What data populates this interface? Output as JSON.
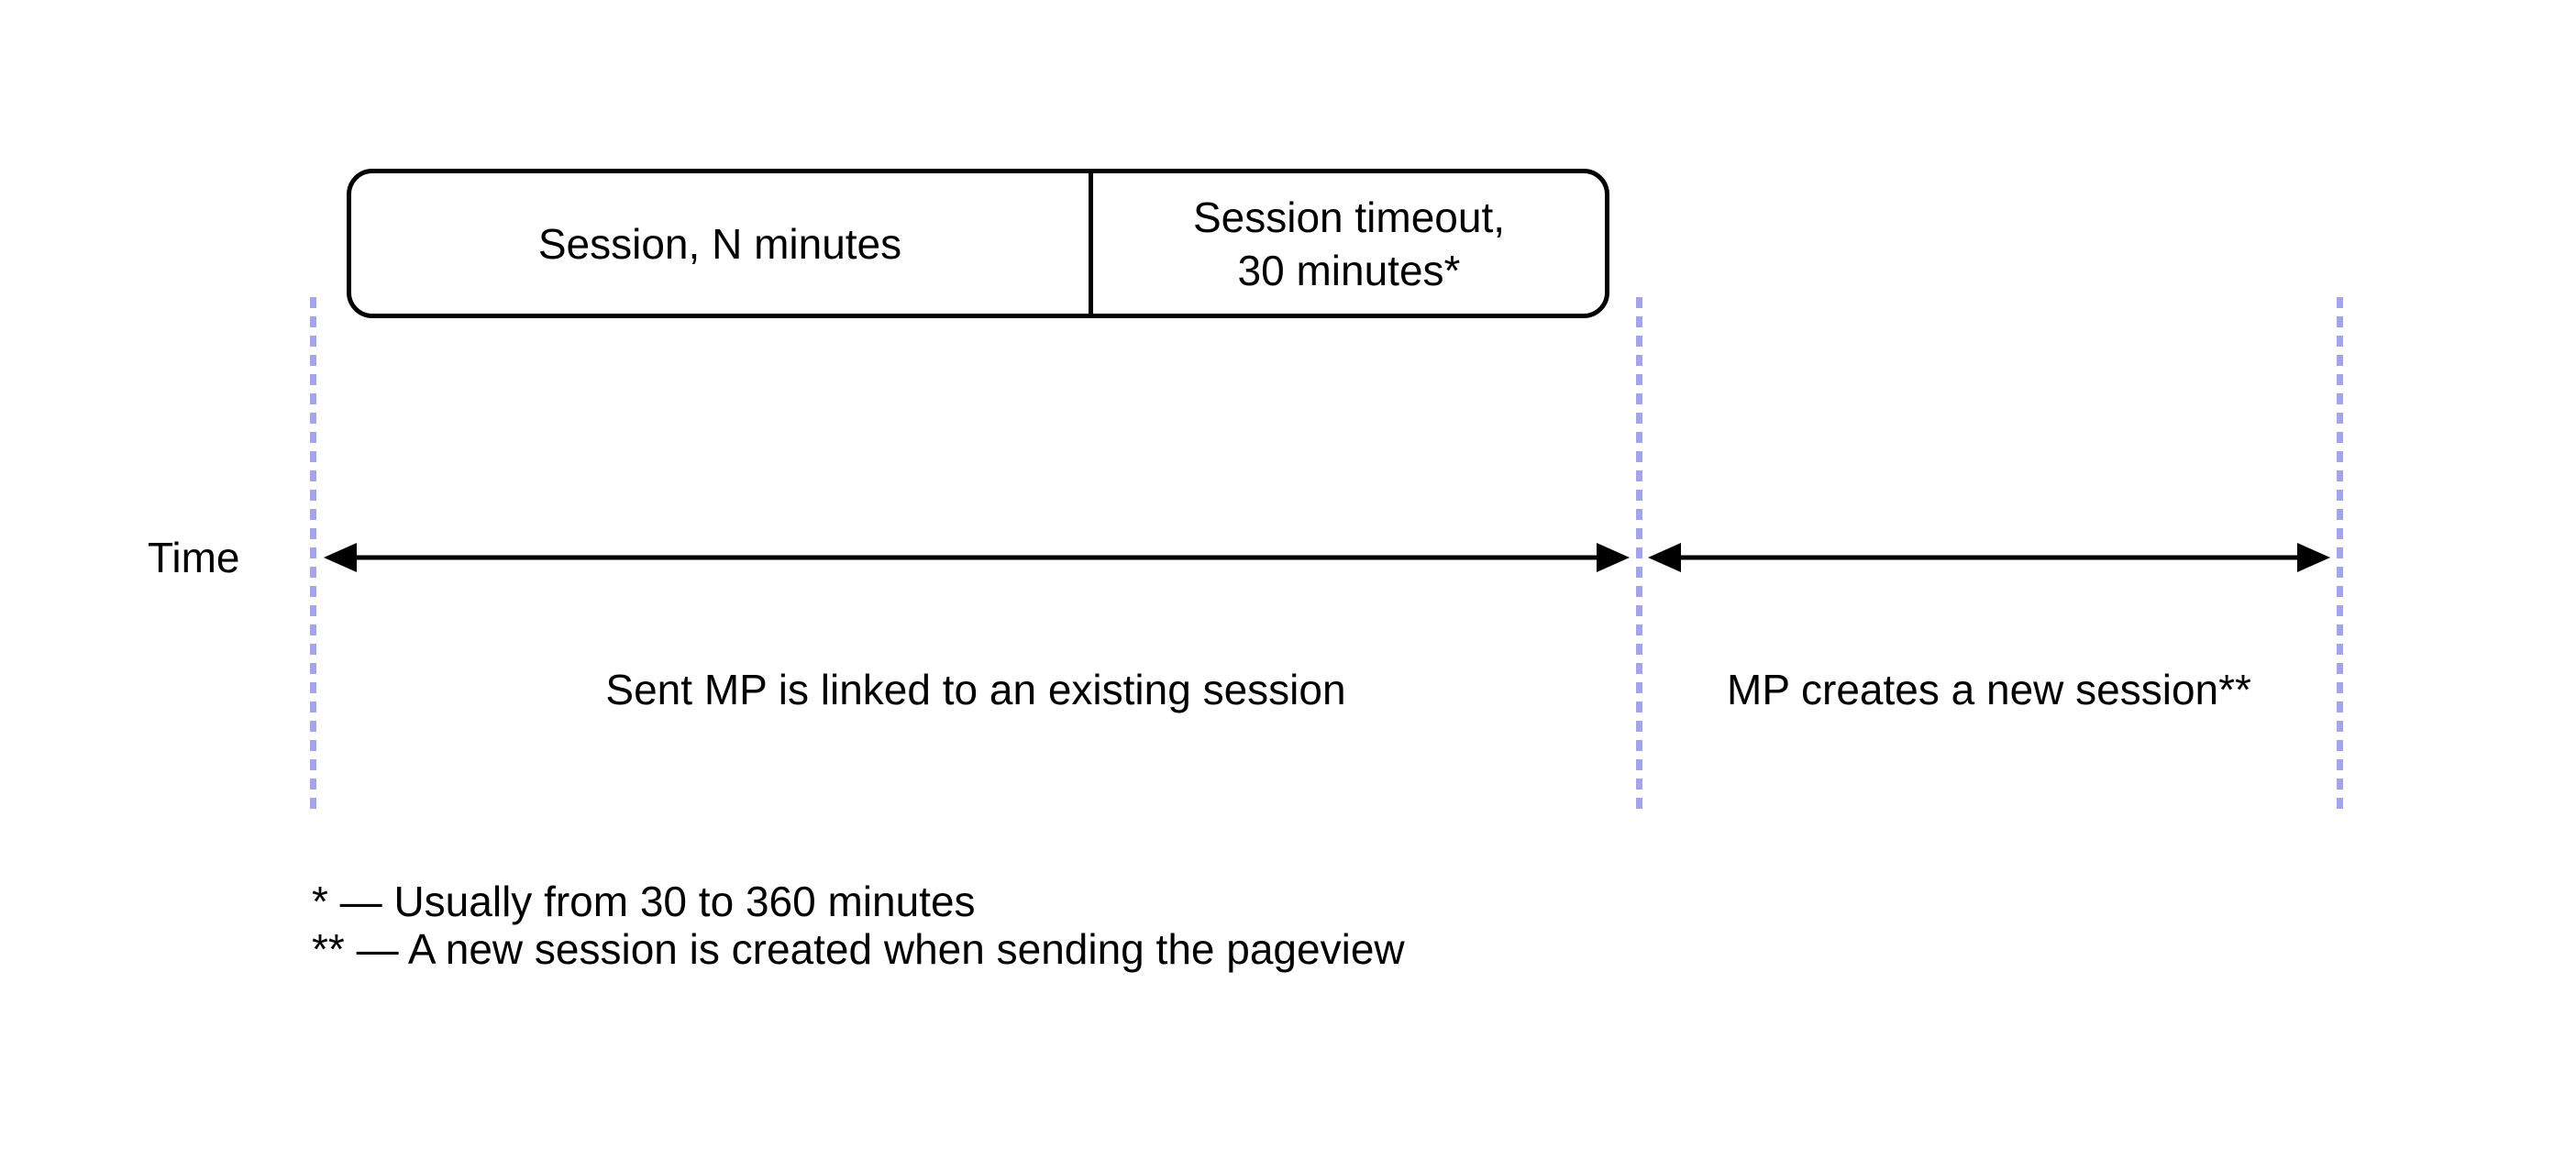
{
  "box": {
    "segment1_label": "Session, N minutes",
    "segment2_label": "Session timeout,\n30 minutes*"
  },
  "axis": {
    "time_label": "Time"
  },
  "regions": {
    "left_label": "Sent MP is linked to an existing session",
    "right_label": "MP creates a new session**"
  },
  "footnotes": {
    "line1": "* — Usually from 30 to 360 minutes",
    "line2": "** — A new session is created when sending the pageview"
  },
  "colors": {
    "dashed_line": "#a4a4e9",
    "line": "#000000",
    "text": "#000000",
    "background": "#ffffff"
  }
}
